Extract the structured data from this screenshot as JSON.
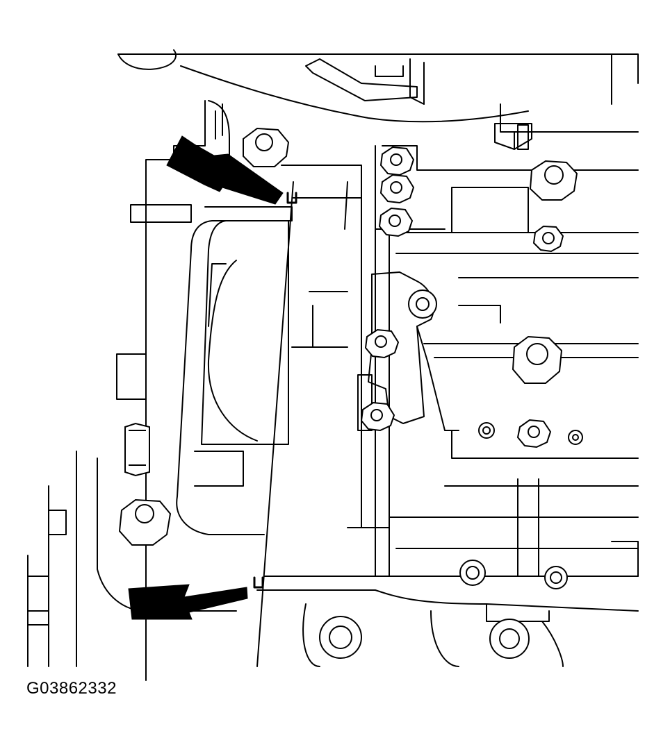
{
  "figure": {
    "caption": "G03862332",
    "colors": {
      "line": "#000000",
      "fill": "#ffffff",
      "arrow": "#000000"
    },
    "arrows": [
      {
        "name": "upper-arrow",
        "points_to": "upper-notch"
      },
      {
        "name": "lower-arrow",
        "points_to": "lower-notch"
      }
    ]
  }
}
